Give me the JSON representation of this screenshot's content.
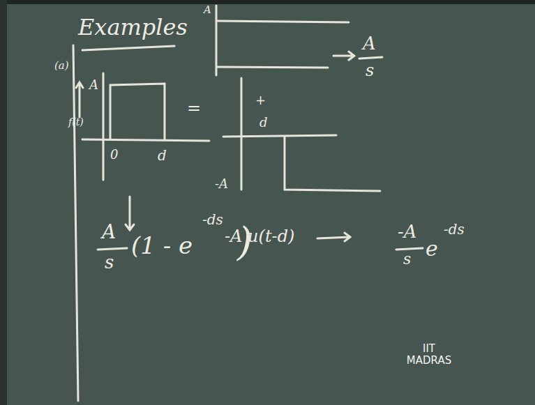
{
  "diagram": {
    "labels": [
      "Examples",
      "A",
      "A",
      "s",
      "(a)",
      "A",
      "f(t)",
      "0",
      "d",
      "=",
      "+",
      "d",
      "-A",
      "-A u(t-d)",
      "-A",
      "s",
      "e",
      "-ds",
      "A",
      "s",
      "(1 - e",
      "-ds",
      ")",
      "IIT MADRAS"
    ]
  }
}
